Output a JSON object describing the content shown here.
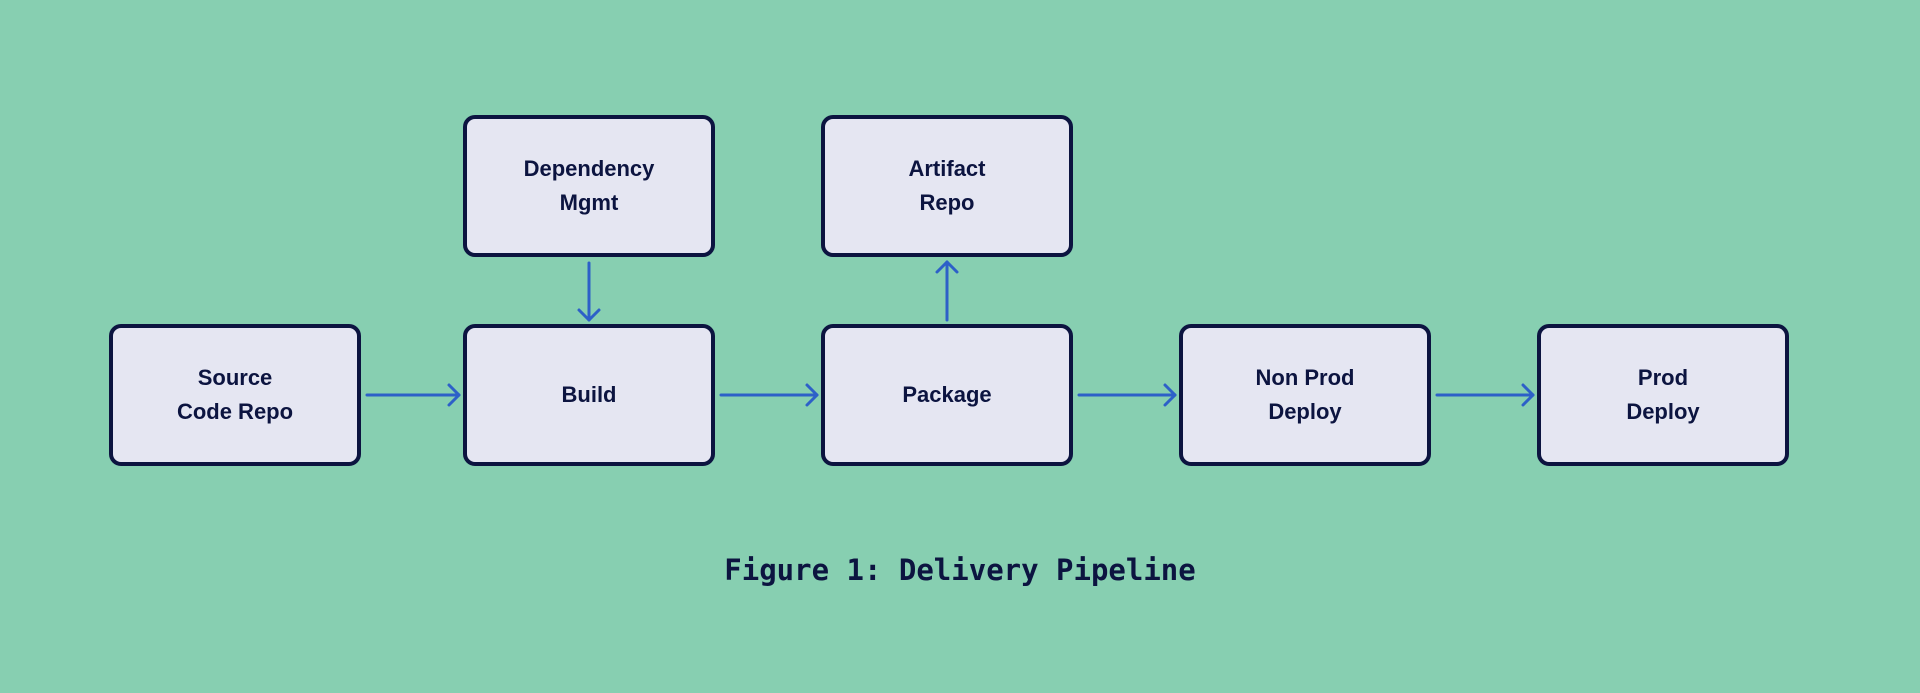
{
  "colors": {
    "background": "#87cfb1",
    "box_fill": "#e5e6f2",
    "box_border": "#0c1440",
    "text": "#0c1440",
    "arrow": "#2d60c8"
  },
  "nodes": {
    "source": "Source\nCode Repo",
    "build": "Build",
    "package": "Package",
    "nonprod": "Non Prod\nDeploy",
    "prod": "Prod\nDeploy",
    "dependency": "Dependency\nMgmt",
    "artifact": "Artifact\nRepo"
  },
  "edges": [
    {
      "from": "source",
      "to": "build"
    },
    {
      "from": "build",
      "to": "package"
    },
    {
      "from": "package",
      "to": "nonprod"
    },
    {
      "from": "nonprod",
      "to": "prod"
    },
    {
      "from": "dependency",
      "to": "build"
    },
    {
      "from": "package",
      "to": "artifact"
    }
  ],
  "caption": "Figure 1: Delivery Pipeline"
}
